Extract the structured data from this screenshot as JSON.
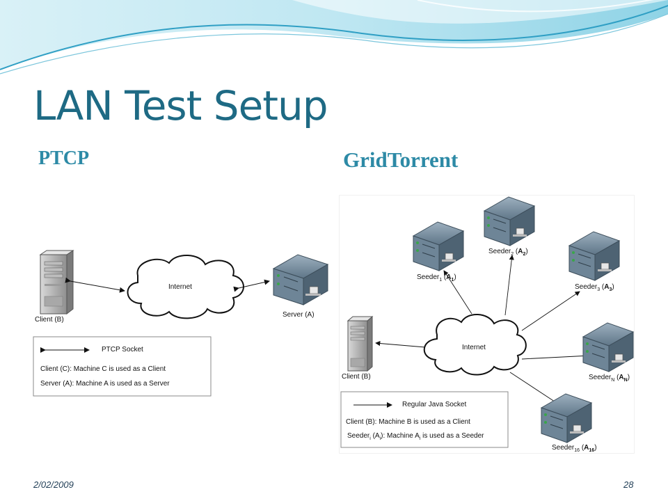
{
  "slide": {
    "title": "LAN Test Setup",
    "left_heading": "PTCP",
    "right_heading": "GridTorrent",
    "footer_date": "2/02/2009",
    "page_number": "28"
  },
  "ptcp": {
    "client_label": "Client (B)",
    "server_label": "Server (A)",
    "internet_label": "Internet",
    "legend": {
      "arrow_label": "PTCP Socket",
      "line1": "Client (C): Machine C is used as a Client",
      "line2": "Server (A): Machine A is used as a Server"
    }
  },
  "gridtorrent": {
    "internet_label": "Internet",
    "client_label": "Client (B)",
    "seeders": [
      {
        "name": "Seeder",
        "sub": "1",
        "node": "A",
        "node_sub": "1"
      },
      {
        "name": "Seeder",
        "sub": "2",
        "node": "A",
        "node_sub": "2"
      },
      {
        "name": "Seeder",
        "sub": "3",
        "node": "A",
        "node_sub": "3"
      },
      {
        "name": "Seeder",
        "sub": "N",
        "node": "A",
        "node_sub": "N"
      },
      {
        "name": "Seeder",
        "sub": "16",
        "node": "A",
        "node_sub": "16"
      }
    ],
    "legend": {
      "arrow_label": "Regular Java Socket",
      "line1": "Client (B): Machine B is used as a Client",
      "line2": "Seeder",
      "line2_sub": "i",
      "line2_rest_a": " (A",
      "line2_rest_b": "): Machine A",
      "line2_rest_c": " is used as a Seeder"
    }
  },
  "colors": {
    "title": "#1e6a84",
    "heading": "#2d8aa6",
    "server_body": "#6e8597",
    "wave_light": "#cfeef5",
    "wave_accent": "#2f9fc4"
  }
}
